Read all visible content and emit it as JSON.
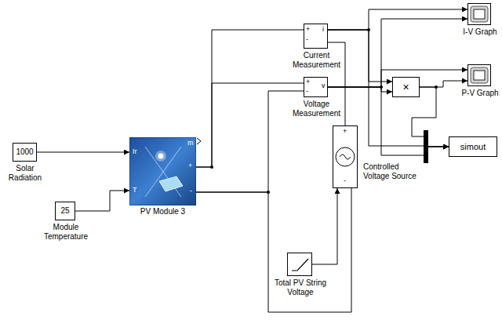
{
  "diagram": {
    "nodes": [
      {
        "text": [
          "1000",
          "Solar Radiation"
        ]
      },
      {
        "text": [
          "25",
          "Module Temperature"
        ]
      },
      {
        "text": [
          "PV Module 3"
        ]
      },
      {
        "text": [
          "Current Measurement"
        ]
      },
      {
        "text": [
          "Voltage Measurement"
        ]
      },
      {
        "text": [
          "Controlled Voltage Source"
        ]
      },
      {
        "text": [
          "×"
        ]
      },
      {
        "text": [
          "I-V Graph"
        ]
      },
      {
        "text": [
          "P-V Graph"
        ]
      },
      {
        "text": [
          "simout"
        ]
      },
      {
        "text": [
          "Total PV String Voltage"
        ]
      }
    ],
    "edges": [
      {
        "from": 0,
        "to": 2,
        "arrow": "to"
      },
      {
        "from": 1,
        "to": 2,
        "arrow": "to"
      },
      {
        "from": 2,
        "to": 3,
        "arrow": "none"
      },
      {
        "from": 2,
        "to": 4,
        "arrow": "none"
      },
      {
        "from": 2,
        "to": 4,
        "arrow": "none"
      },
      {
        "from": 3,
        "to": 5,
        "arrow": "none"
      },
      {
        "from": 2,
        "to": 5,
        "arrow": "none"
      },
      {
        "from": 10,
        "to": 5,
        "arrow": "to"
      },
      {
        "from": 3,
        "to": 7,
        "arrow": "to"
      },
      {
        "from": 4,
        "to": 7,
        "arrow": "to"
      },
      {
        "from": 3,
        "to": 6,
        "arrow": "to"
      },
      {
        "from": 4,
        "to": 6,
        "arrow": "to"
      },
      {
        "from": 4,
        "to": 8,
        "arrow": "to"
      },
      {
        "from": 6,
        "to": 8,
        "arrow": "to"
      },
      {
        "from": 3,
        "to": 9,
        "arrow": "to"
      },
      {
        "from": 4,
        "to": 9,
        "arrow": "to"
      },
      {
        "from": 6,
        "to": 9,
        "arrow": "to"
      }
    ],
    "labels": [
      "Ir",
      "T",
      "m",
      "+",
      "-",
      "+",
      "i",
      "-",
      "+",
      "v",
      "-",
      "+",
      "-"
    ]
  }
}
